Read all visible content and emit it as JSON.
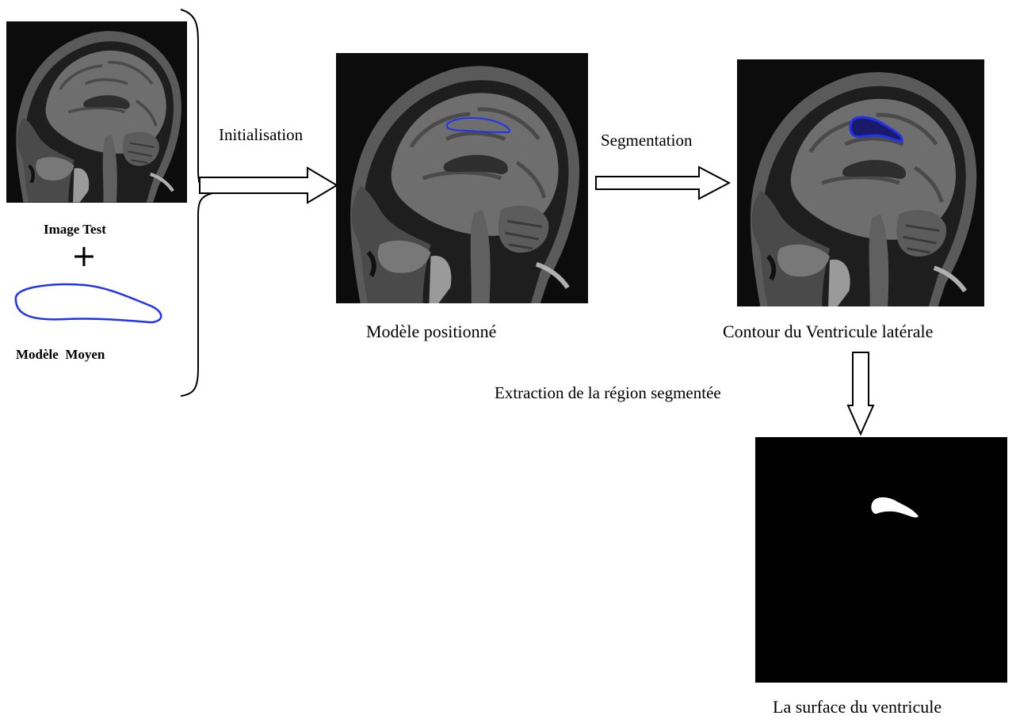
{
  "stages": {
    "input": {
      "image_label": "Image Test",
      "plus_symbol": "+",
      "model_label": "Modèle  Moyen"
    },
    "step1": {
      "arrow_label": "Initialisation",
      "result_label": "Modèle positionné"
    },
    "step2": {
      "arrow_label": "Segmentation",
      "result_label": "Contour du Ventricule latérale"
    },
    "step3": {
      "arrow_label": "Extraction de la région segmentée",
      "result_label": "La surface du ventricule"
    }
  },
  "colors": {
    "contour": "#2233ee",
    "background": "#ffffff",
    "mri_dark": "#0c0c0c",
    "segmented_region": "#ffffff"
  },
  "icons": {
    "brain_scan": "mri-sagittal-brain",
    "arrow": "hollow-right-arrow",
    "down_arrow": "hollow-down-arrow",
    "brace": "right-curly-brace"
  }
}
